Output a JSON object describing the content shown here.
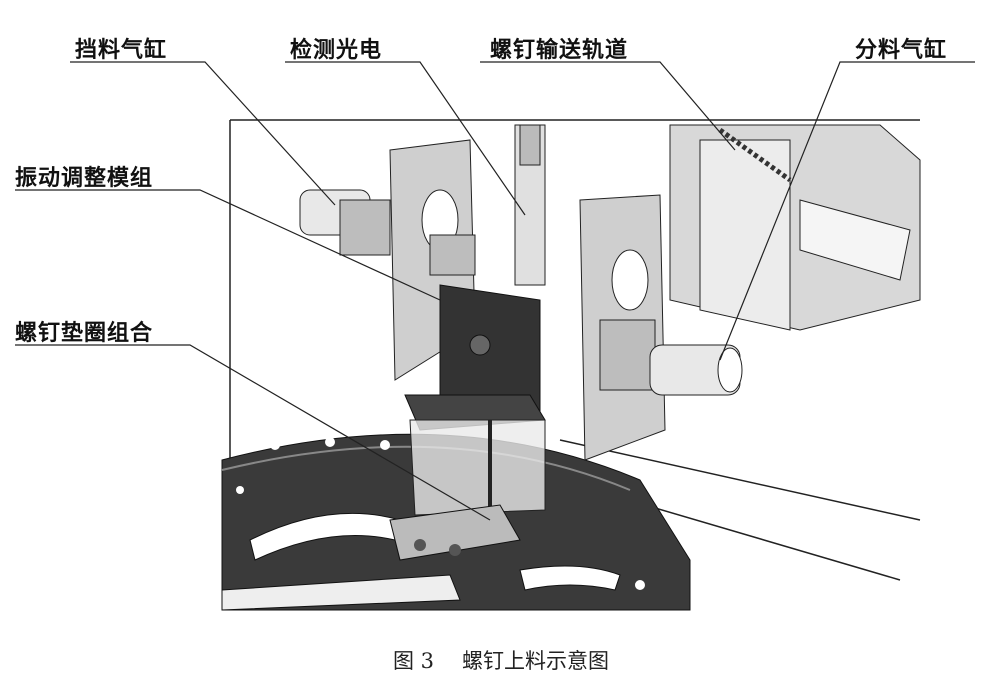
{
  "labels": {
    "stop_cylinder": "挡料气缸",
    "detection_sensor": "检测光电",
    "screw_feed_track": "螺钉输送轨道",
    "split_cylinder": "分料气缸",
    "vibration_module": "振动调整模组",
    "screw_washer_assembly": "螺钉垫圈组合"
  },
  "caption": {
    "figure_number": "图 3",
    "title": "螺钉上料示意图"
  }
}
